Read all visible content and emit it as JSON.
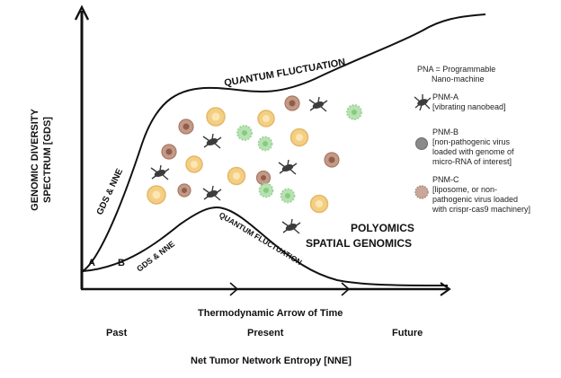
{
  "axes": {
    "y_label_line1": "GENOMIC DIVERSITY",
    "y_label_line2": "SPECTRUM [GDS]",
    "x_label": "Net Tumor Network Entropy [NNE]",
    "arrow_of_time": "Thermodynamic Arrow of Time",
    "time_past": "Past",
    "time_present": "Present",
    "time_future": "Future"
  },
  "curves": {
    "upper_label": "QUANTUM FLUCTUATION",
    "lower_label": "QUANTUM FLUCTUATION",
    "upper_gds": "GDS & NNE",
    "lower_gds": "GDS & NNE",
    "marker_a": "A",
    "marker_b": "B"
  },
  "region": {
    "line1": "POLYOMICS",
    "line2": "SPATIAL GENOMICS"
  },
  "legend": {
    "pna_line1": "PNA = Programmable",
    "pna_line2": "Nano-machine",
    "a_title": "PNM-A",
    "a_desc1": "[vibrating nanobead]",
    "b_title": "PNM-B",
    "b_desc1": "[non-pathogenic virus",
    "b_desc2": "loaded with genome of",
    "b_desc3": "micro-RNA of interest]",
    "c_title": "PNM-C",
    "c_desc1": "[liposome, or non-",
    "c_desc2": "pathogenic virus loaded",
    "c_desc3": "with crispr-cas9 machinery]"
  },
  "icons": {
    "bead": "vibrating-nanobead-icon",
    "virus": "virus-icon",
    "liposome": "liposome-icon",
    "tumor_cell": "tumor-cell-icon",
    "green_cell": "green-cell-icon"
  },
  "colors": {
    "axis": "#111111",
    "orange_cell": "#f3cf84",
    "brown_cell": "#c49a86",
    "green_cell": "#b6e3b0",
    "bead": "#444444",
    "virus": "#8a8a8a",
    "liposome": "#c9a79a"
  }
}
